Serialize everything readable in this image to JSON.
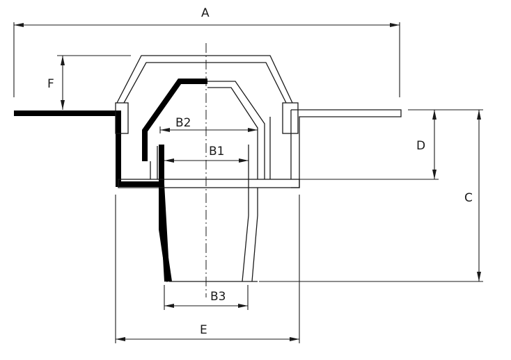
{
  "labels": {
    "A": "A",
    "B1": "B1",
    "B2": "B2",
    "B3": "B3",
    "C": "C",
    "D": "D",
    "E": "E",
    "F": "F"
  }
}
